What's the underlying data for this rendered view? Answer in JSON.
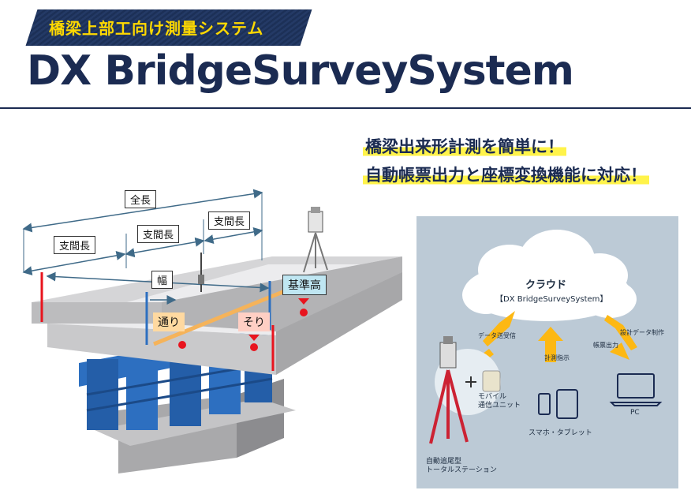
{
  "header": {
    "subtitle": "橋梁上部工向け測量システム",
    "title": "DX BridgeSurveySystem"
  },
  "taglines": [
    "橋梁出来形計測を簡単に！",
    "自動帳票出力と座標変換機能に対応！"
  ],
  "bridge_diagram": {
    "dimensions": {
      "total_length": "全長",
      "span_length_1": "支間長",
      "span_length_2": "支間長",
      "span_length_3": "支間長",
      "width": "幅"
    },
    "measurements": {
      "alignment": "通り",
      "camber": "そり",
      "reference_height": "基準高"
    },
    "colors": {
      "alignment_bg": "#ffd9a0",
      "camber_bg": "#ffcfc4",
      "reference_bg": "#bfe6f2",
      "marker": "#e8141e",
      "girder": "#2d6fc0",
      "center_line": "#f5b35a"
    }
  },
  "system_panel": {
    "cloud_title": "クラウド",
    "cloud_subtitle": "【DX BridgeSurveySystem】",
    "flows": {
      "data_transfer": "データ送受信",
      "measurement_instruction": "計測指示",
      "report_output": "帳票出力",
      "design_data": "設計データ制作"
    },
    "devices": {
      "mobile_unit": "モバイル\n通信ユニット",
      "smartphone_tablet": "スマホ・タブレット",
      "pc": "PC",
      "total_station": "自動追尾型\nトータルステーション"
    },
    "icons": [
      "cloud-icon",
      "total-station-icon",
      "mobile-unit-icon",
      "smartphone-icon",
      "tablet-icon",
      "laptop-icon"
    ],
    "colors": {
      "panel_bg": "#bccad6",
      "arrow": "#fdb813"
    }
  }
}
